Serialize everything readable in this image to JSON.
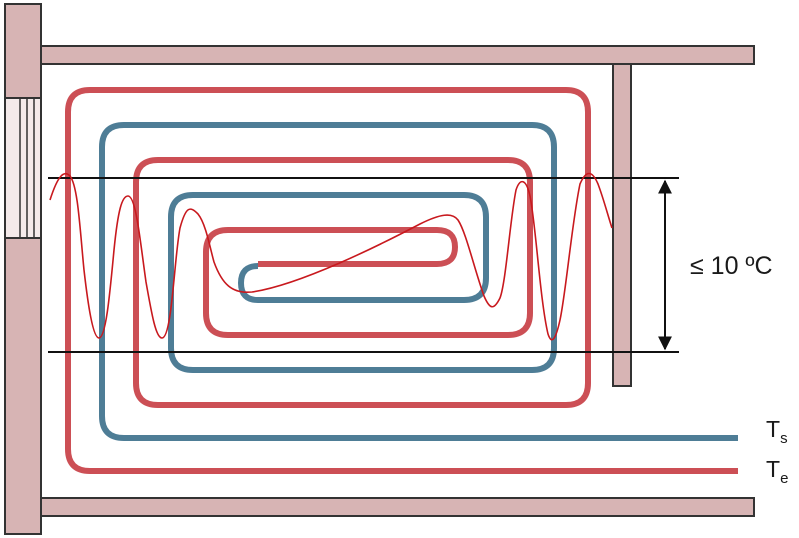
{
  "labels": {
    "delta_t": "≤ 10 ºC",
    "supply_main": "T",
    "supply_sub": "s",
    "return_main": "T",
    "return_sub": "e"
  },
  "colors": {
    "wall_fill": "#d7b4b4",
    "wall_stroke": "#333333",
    "supply_pipe": "#4e7d96",
    "return_pipe": "#cc4f55",
    "temperature_curve": "#c8191e",
    "lines": "#111111",
    "background": "#ffffff"
  }
}
